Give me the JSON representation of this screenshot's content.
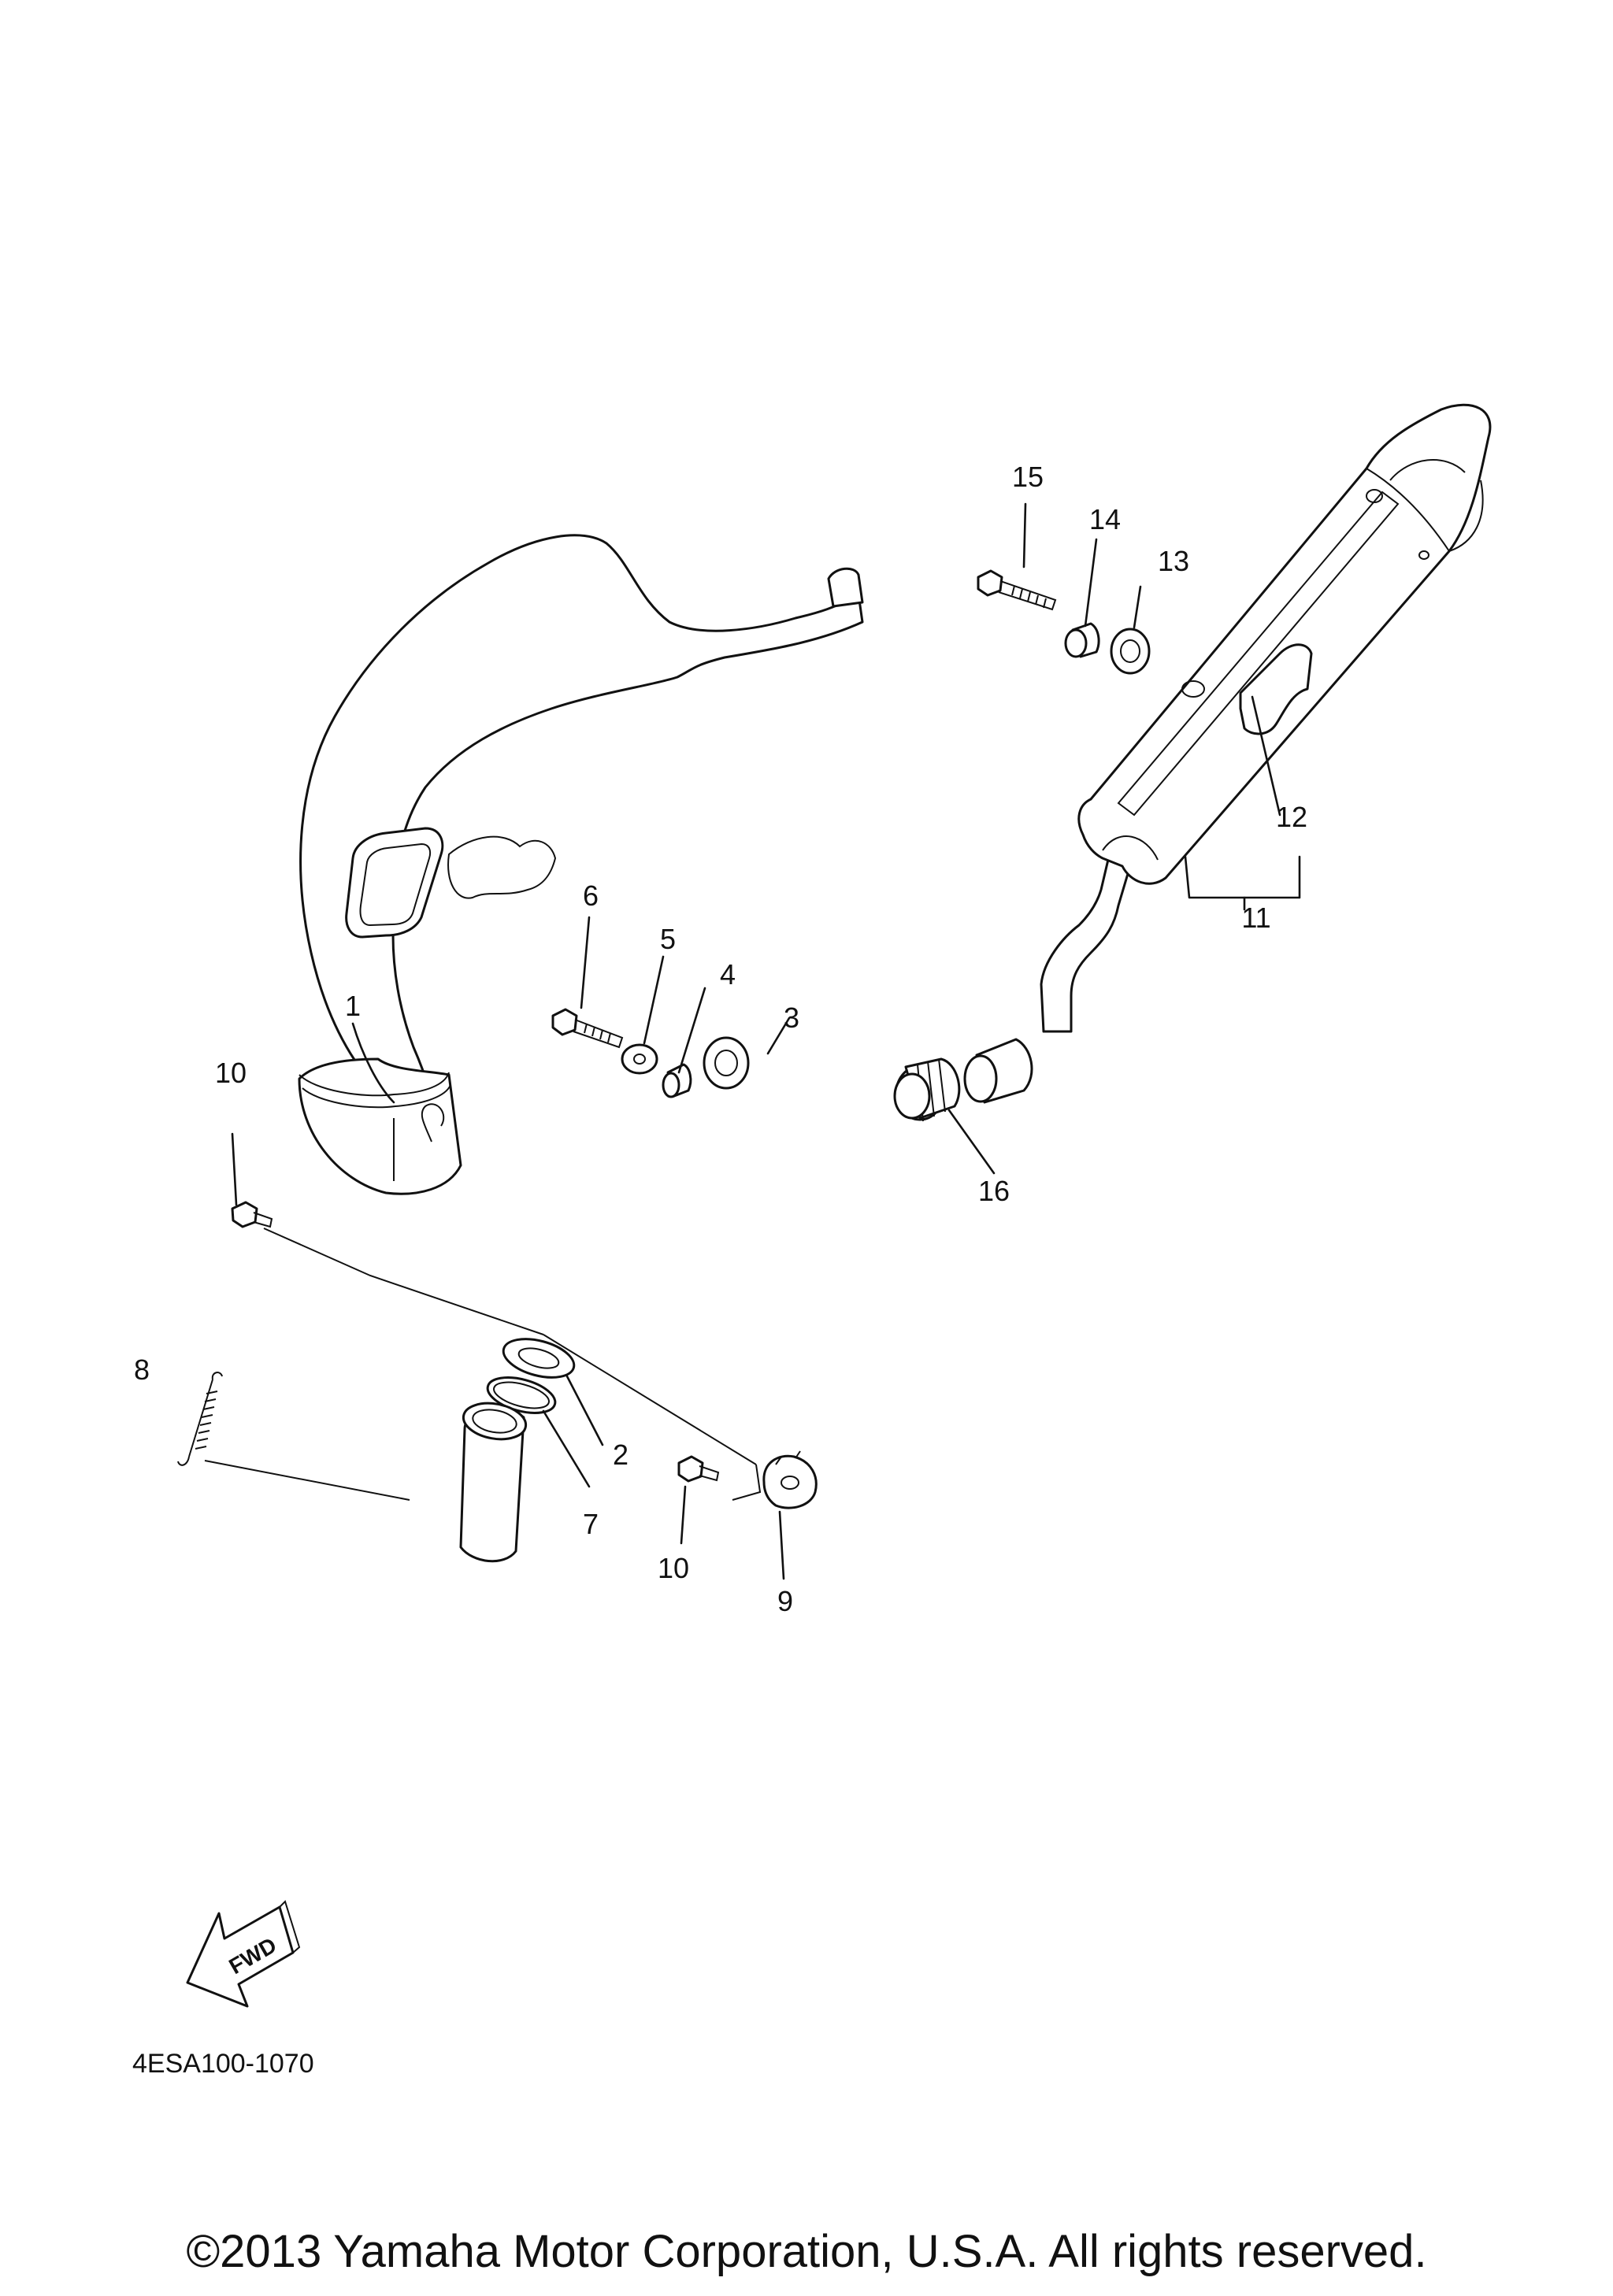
{
  "callouts": [
    "1",
    "2",
    "3",
    "4",
    "5",
    "6",
    "7",
    "8",
    "9",
    "10",
    "10",
    "11",
    "12",
    "13",
    "14",
    "15",
    "16"
  ],
  "direction_label": "FWD",
  "diagram_code": "4ESA100-1070",
  "copyright": "©2013 Yamaha Motor Corporation, U.S.A. All rights reserved."
}
